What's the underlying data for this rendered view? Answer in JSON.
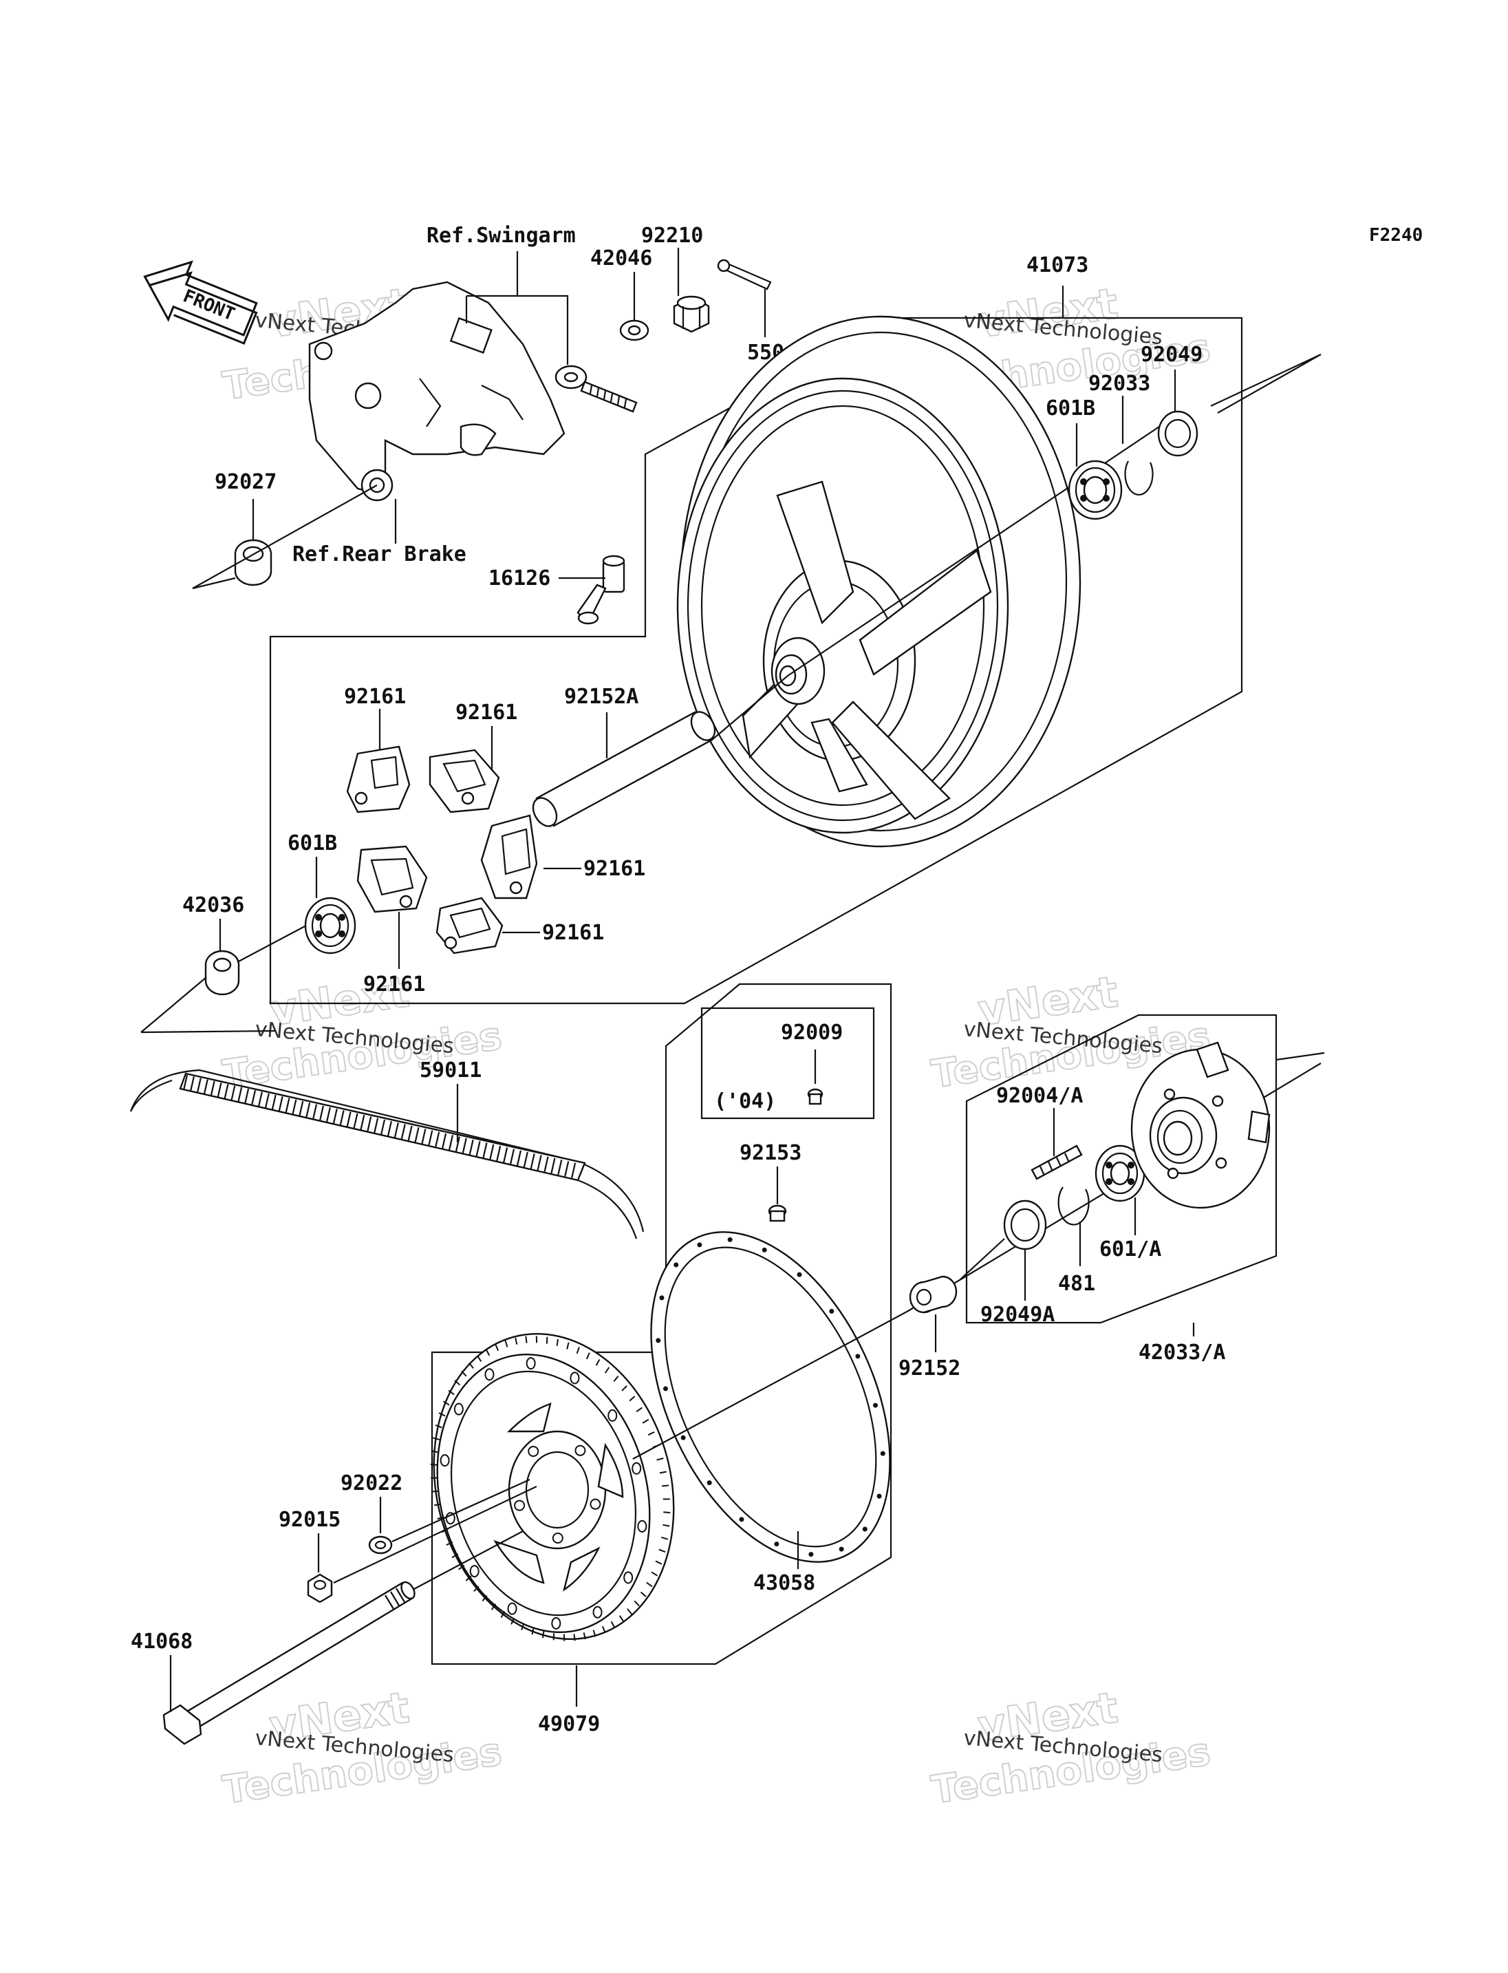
{
  "diagram_code": "F2240",
  "front_label": "FRONT",
  "refs": {
    "swingarm": "Ref.Swingarm",
    "rear_brake": "Ref.Rear Brake"
  },
  "note_04": "('04)",
  "watermark": {
    "brand_small": "vNext Technologies",
    "brand_v": "vNext",
    "brand_t": "Technologies"
  },
  "parts": {
    "p92210": "92210",
    "p42046": "42046",
    "p550": "550",
    "p41073": "41073",
    "p92049": "92049",
    "p92033": "92033",
    "p601B_top": "601B",
    "p92027": "92027",
    "p16126": "16126",
    "p92161_a": "92161",
    "p92161_b": "92161",
    "p92152A": "92152A",
    "p601B_left": "601B",
    "p92161_c": "92161",
    "p42036": "42036",
    "p92161_d": "92161",
    "p92161_e": "92161",
    "p92009": "92009",
    "p59011": "59011",
    "p92004A": "92004/A",
    "p92153": "92153",
    "p601A": "601/A",
    "p481": "481",
    "p92049A": "92049A",
    "p92152": "92152",
    "p42033A": "42033/A",
    "p92022": "92022",
    "p92015": "92015",
    "p43058": "43058",
    "p41068": "41068",
    "p49079": "49079"
  }
}
